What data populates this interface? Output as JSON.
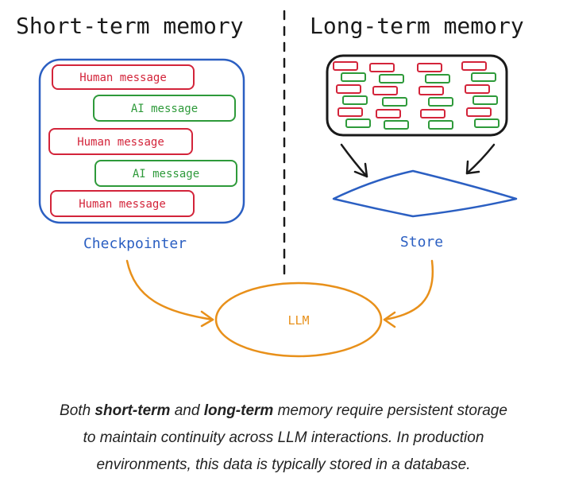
{
  "headings": {
    "short_term": "Short-term memory",
    "long_term": "Long-term memory"
  },
  "short_term": {
    "messages": [
      "Human message",
      "AI message",
      "Human message",
      "AI message",
      "Human message"
    ],
    "label": "Checkpointer"
  },
  "long_term": {
    "label": "Store"
  },
  "llm_label": "LLM",
  "caption": {
    "part1": "Both ",
    "bold1": "short-term",
    "part2": " and ",
    "bold2": "long-term",
    "part3": " memory require persistent storage",
    "line2": "to maintain continuity across LLM interactions. In production",
    "line3": "environments, this data is typically stored in a database."
  },
  "colors": {
    "human": "#d3243a",
    "ai": "#2e9a3a",
    "checkpointer": "#2b5fc2",
    "store": "#2b5fc2",
    "llm": "#e8901a",
    "ink": "#1a1a1a"
  }
}
